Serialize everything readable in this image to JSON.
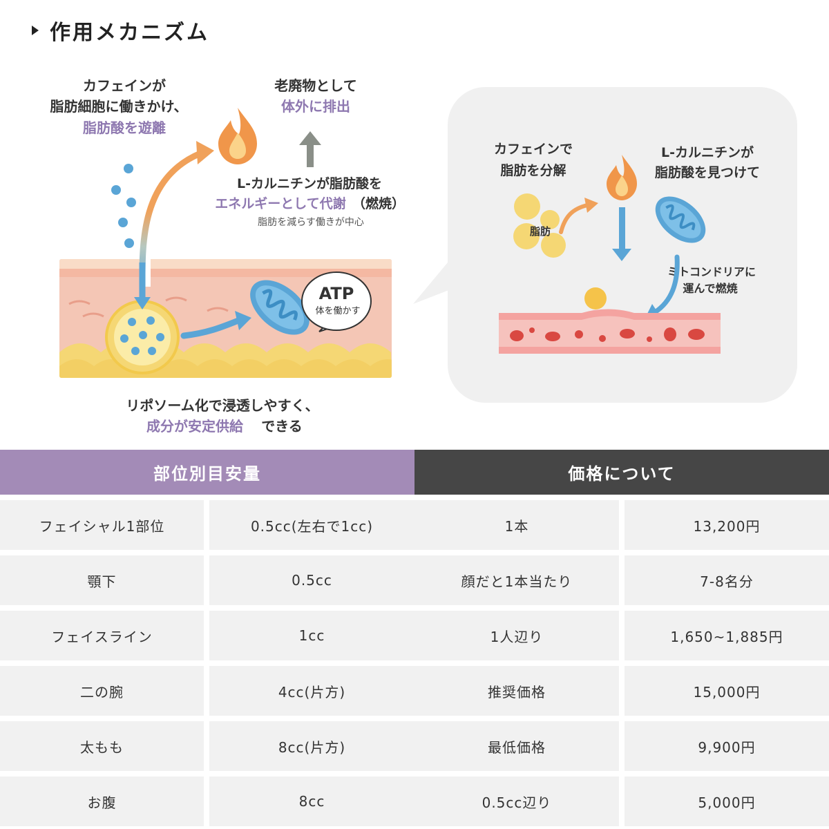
{
  "heading": {
    "title": "作用メカニズム"
  },
  "diagram": {
    "caffeine_lines": [
      "カフェインが",
      "脂肪細胞に働きかけ、"
    ],
    "caffeine_highlight": "脂肪酸を遊離",
    "waste_line": "老廃物として",
    "waste_highlight": "体外に排出",
    "carnitine_line": "L-カルニチンが脂肪酸を",
    "carnitine_highlight": "エネルギーとして代謝",
    "carnitine_suffix": "（燃焼）",
    "carnitine_note": "脂肪を減らす働きが中心",
    "atp_title": "ATP",
    "atp_sub": "体を働かす",
    "lipo_line": "リポソーム化で浸透しやすく、",
    "lipo_highlight": "成分が安定供給",
    "lipo_suffix": "できる",
    "bubble_caffeine_lines": [
      "カフェインで",
      "脂肪を分解"
    ],
    "bubble_carnitine_lines": [
      "L-カルニチンが",
      "脂肪酸を見つけて"
    ],
    "fat_label": "脂肪",
    "mito_lines": [
      "ミトコンドリアに",
      "運んで燃焼"
    ]
  },
  "table": {
    "headers": [
      "部位別目安量",
      "価格について"
    ],
    "rows": [
      [
        "フェイシャル1部位",
        "0.5cc(左右で1cc)",
        "1本",
        "13,200円"
      ],
      [
        "顎下",
        "0.5cc",
        "顔だと1本当たり",
        "7-8名分"
      ],
      [
        "フェイスライン",
        "1cc",
        "1人辺り",
        "1,650~1,885円"
      ],
      [
        "二の腕",
        "4cc(片方)",
        "推奨価格",
        "15,000円"
      ],
      [
        "太もも",
        "8cc(片方)",
        "最低価格",
        "9,900円"
      ],
      [
        "お腹",
        "8cc",
        "0.5cc辺り",
        "5,000円"
      ]
    ]
  },
  "colors": {
    "purple_accent": "#8e78b0",
    "header_purple": "#a38bb7",
    "header_dark": "#464646",
    "arrow_orange": "#f0a15a",
    "arrow_blue": "#5aa5d6",
    "fat_yellow": "#f5d774",
    "skin_pink": "#f4c6b5"
  }
}
